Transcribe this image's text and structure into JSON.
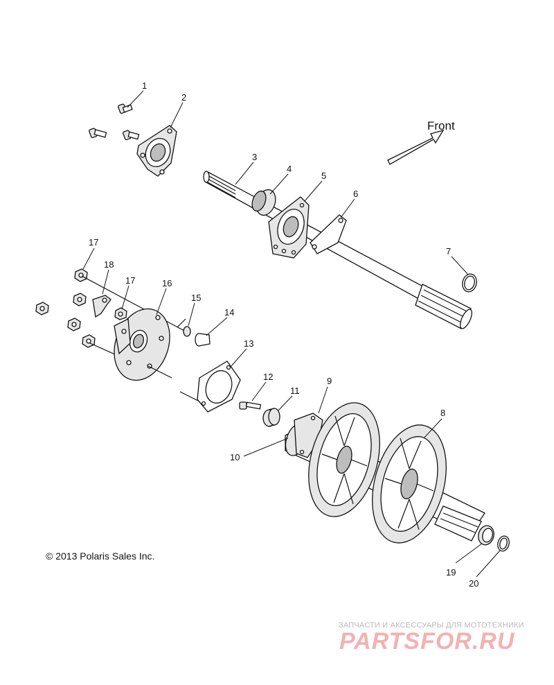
{
  "diagram": {
    "direction_label": "Front",
    "callouts": [
      "1",
      "2",
      "3",
      "4",
      "5",
      "6",
      "7",
      "8",
      "9",
      "10",
      "11",
      "12",
      "13",
      "14",
      "15",
      "16",
      "17",
      "17",
      "18",
      "19",
      "20"
    ],
    "copyright": "© 2013 Polaris Sales Inc."
  },
  "watermark": {
    "tagline": "ЗАПЧАСТИ И АКСЕССУАРЫ ДЛЯ МОТОТЕХНИКИ",
    "logo": "PARTSFOR.RU"
  }
}
